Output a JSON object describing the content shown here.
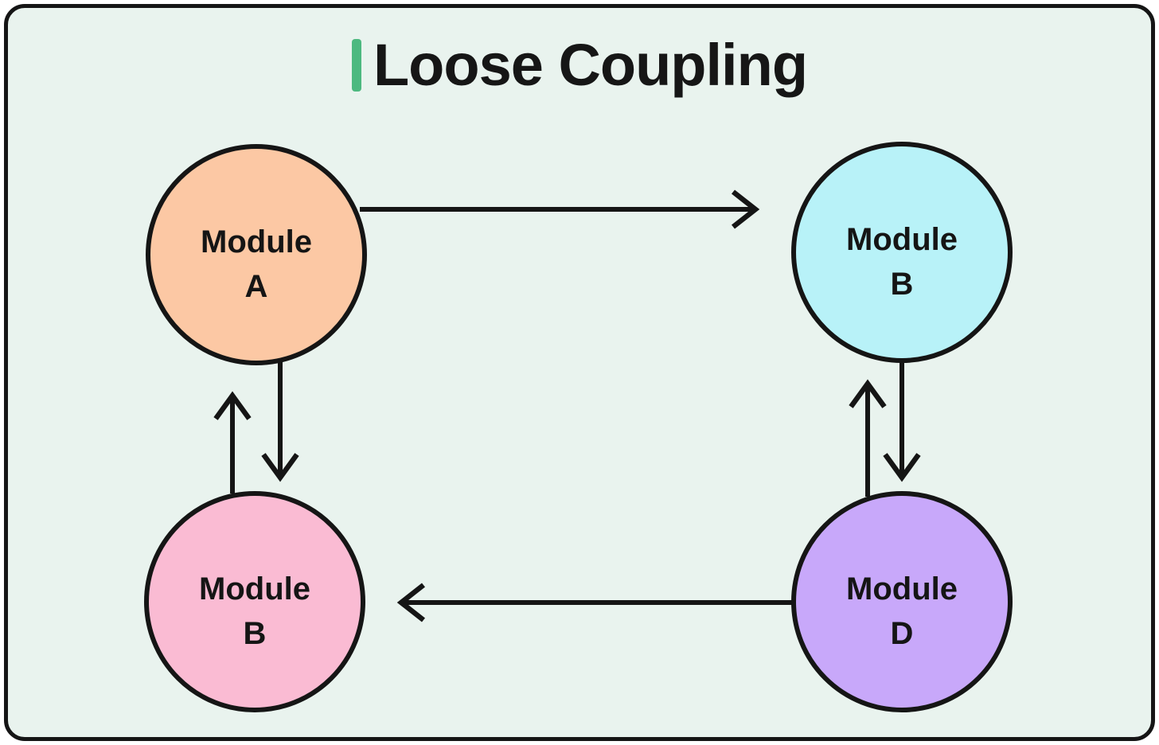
{
  "title": {
    "text": "Loose Coupling",
    "accent_color": "#4db980",
    "text_color": "#161616"
  },
  "panel": {
    "background": "#e9f3ee",
    "border_color": "#151515"
  },
  "diagram": {
    "stroke_color": "#151515",
    "nodes": [
      {
        "name": "module-a",
        "line1": "Module",
        "line2": "A",
        "fill": "#fcc8a4",
        "position": "top-left"
      },
      {
        "name": "module-b-top",
        "line1": "Module",
        "line2": "B",
        "fill": "#b8f2f8",
        "position": "top-right"
      },
      {
        "name": "module-b-bottom",
        "line1": "Module",
        "line2": "B",
        "fill": "#fabbd3",
        "position": "bottom-left"
      },
      {
        "name": "module-d",
        "line1": "Module",
        "line2": "D",
        "fill": "#c8a8fa",
        "position": "bottom-right"
      }
    ],
    "edges": [
      {
        "name": "edge-a-to-b-top",
        "from": "module-a",
        "to": "module-b-top",
        "direction": "right"
      },
      {
        "name": "edge-a-to-b-bottom",
        "from": "module-a",
        "to": "module-b-bottom",
        "direction": "down"
      },
      {
        "name": "edge-b-bottom-to-a",
        "from": "module-b-bottom",
        "to": "module-a",
        "direction": "up"
      },
      {
        "name": "edge-b-top-to-d",
        "from": "module-b-top",
        "to": "module-d",
        "direction": "down"
      },
      {
        "name": "edge-d-to-b-top",
        "from": "module-d",
        "to": "module-b-top",
        "direction": "up"
      },
      {
        "name": "edge-d-to-b-bottom",
        "from": "module-d",
        "to": "module-b-bottom",
        "direction": "left"
      }
    ]
  }
}
